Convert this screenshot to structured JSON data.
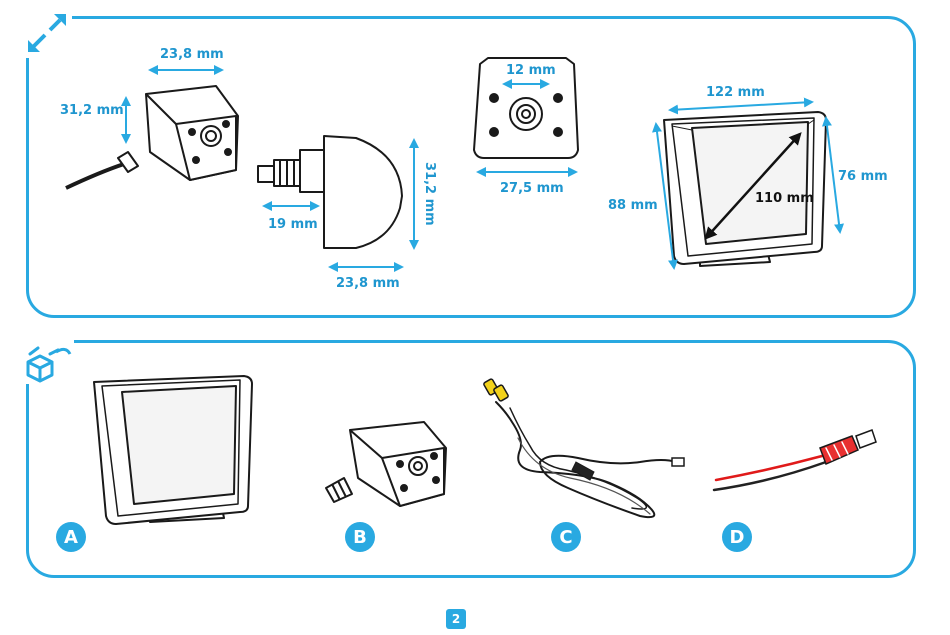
{
  "dimensions": {
    "cam1_width": "23,8 mm",
    "cam1_height": "31,2 mm",
    "side_depth": "19 mm",
    "side_height": "31,2 mm",
    "side_width": "23,8 mm",
    "front_lens": "12 mm",
    "front_width": "27,5 mm",
    "monitor_width": "122 mm",
    "monitor_height_outer": "88 mm",
    "monitor_height_inner": "76 mm",
    "monitor_diagonal": "110 mm"
  },
  "contents": {
    "items": [
      {
        "letter": "A"
      },
      {
        "letter": "B"
      },
      {
        "letter": "C"
      },
      {
        "letter": "D"
      }
    ]
  },
  "page": {
    "number": "2"
  },
  "colors": {
    "accent": "#29a9e1",
    "outline": "#1a1a1a"
  },
  "icons": {
    "top": "resize-arrows-icon",
    "bottom": "box-icon"
  }
}
